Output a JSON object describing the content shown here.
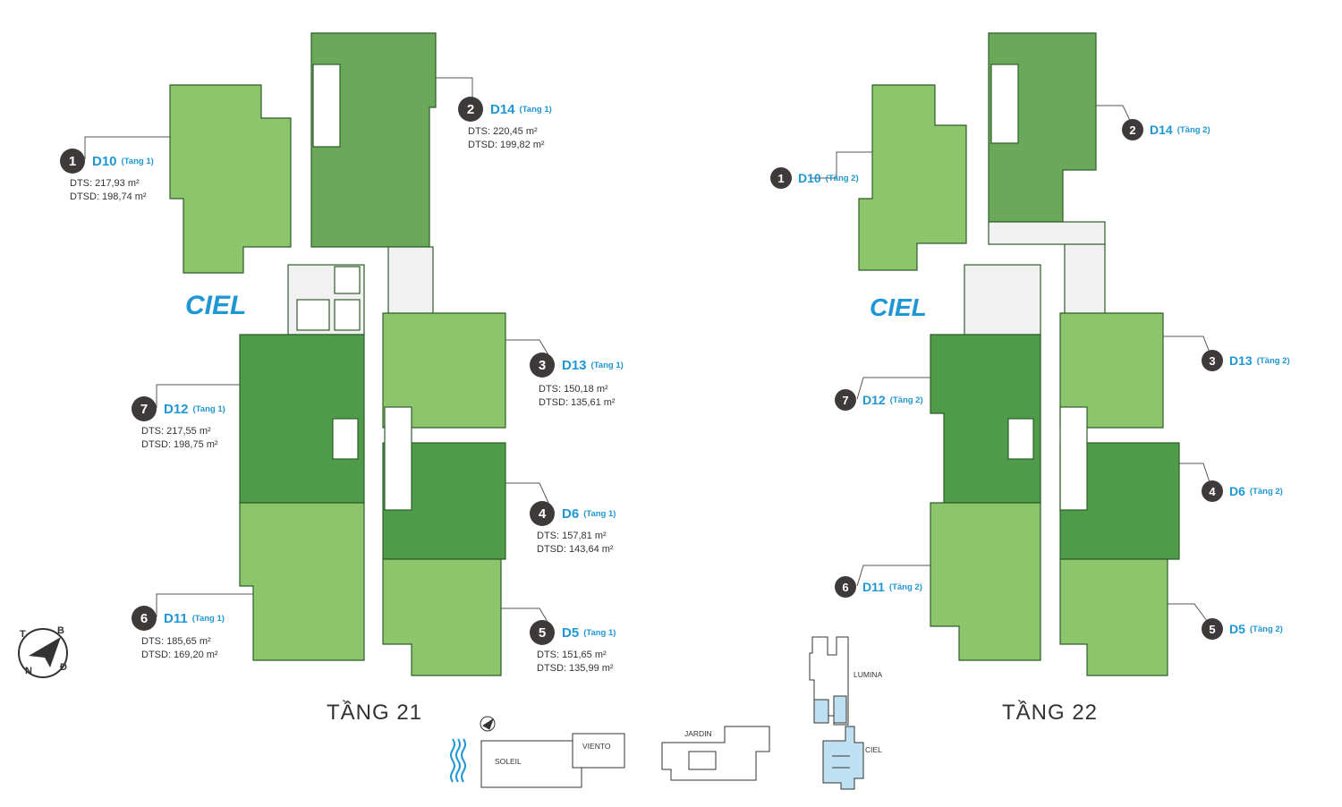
{
  "buildings": {
    "left_name": "CIEL",
    "right_name": "CIEL"
  },
  "floors": {
    "left_title": "TẦNG 21",
    "right_title": "TẦNG 22"
  },
  "units_left": [
    {
      "num": "1",
      "code": "D10",
      "floor": "(Tang 1)",
      "dts": "DTS: 217,93 m²",
      "dtsd": "DTSD: 198,74 m²"
    },
    {
      "num": "2",
      "code": "D14",
      "floor": "(Tang 1)",
      "dts": "DTS: 220,45 m²",
      "dtsd": "DTSD: 199,82 m²"
    },
    {
      "num": "3",
      "code": "D13",
      "floor": "(Tang 1)",
      "dts": "DTS: 150,18 m²",
      "dtsd": "DTSD: 135,61 m²"
    },
    {
      "num": "4",
      "code": "D6",
      "floor": "(Tang 1)",
      "dts": "DTS: 157,81 m²",
      "dtsd": "DTSD: 143,64 m²"
    },
    {
      "num": "5",
      "code": "D5",
      "floor": "(Tang 1)",
      "dts": "DTS: 151,65 m²",
      "dtsd": "DTSD: 135,99 m²"
    },
    {
      "num": "6",
      "code": "D11",
      "floor": "(Tang 1)",
      "dts": "DTS: 185,65 m²",
      "dtsd": "DTSD: 169,20 m²"
    },
    {
      "num": "7",
      "code": "D12",
      "floor": "(Tang 1)",
      "dts": "DTS: 217,55 m²",
      "dtsd": "DTSD: 198,75 m²"
    }
  ],
  "units_right": [
    {
      "num": "1",
      "code": "D10",
      "floor": "(Tầng 2)"
    },
    {
      "num": "2",
      "code": "D14",
      "floor": "(Tầng 2)"
    },
    {
      "num": "3",
      "code": "D13",
      "floor": "(Tầng 2)"
    },
    {
      "num": "4",
      "code": "D6",
      "floor": "(Tầng 2)"
    },
    {
      "num": "5",
      "code": "D5",
      "floor": "(Tầng 2)"
    },
    {
      "num": "6",
      "code": "D11",
      "floor": "(Tầng 2)"
    },
    {
      "num": "7",
      "code": "D12",
      "floor": "(Tầng 2)"
    }
  ],
  "compass": {
    "letters": [
      "T",
      "B",
      "N",
      "Đ"
    ]
  },
  "site_map": {
    "soleil": "SOLEIL",
    "viento": "VIENTO",
    "jardin": "JARDIN",
    "lumina": "LUMINA",
    "ciel": "CIEL"
  },
  "colors": {
    "light_green": "#8cc56b",
    "mid_green": "#6db45a",
    "dark_green": "#4e9a48",
    "core": "#e8e8e8",
    "accent": "#1f97d4",
    "water": "#1f97d4",
    "site_highlight": "#bfe0f3"
  }
}
